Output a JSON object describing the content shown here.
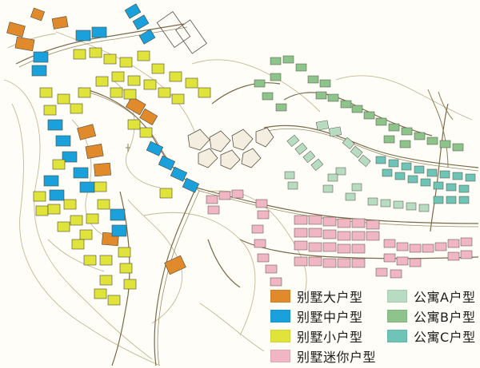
{
  "legend": {
    "items": [
      {
        "label": "别墅大户型",
        "color": "#e08a2c"
      },
      {
        "label": "别墅中户型",
        "color": "#1aa1db"
      },
      {
        "label": "别墅小户型",
        "color": "#e0e43a"
      },
      {
        "label": "别墅迷你户型",
        "color": "#f0b6c4"
      },
      {
        "label": "公寓A户型",
        "color": "#b7dcc1"
      },
      {
        "label": "公寓B户型",
        "color": "#8ec48c"
      },
      {
        "label": "公寓C户型",
        "color": "#6ec4b6"
      }
    ]
  },
  "colors": {
    "background": "#fffdf8",
    "road_line": "#7a6a4a",
    "contour": "#b8ac8e",
    "building_outline": "#4a4a3a"
  }
}
